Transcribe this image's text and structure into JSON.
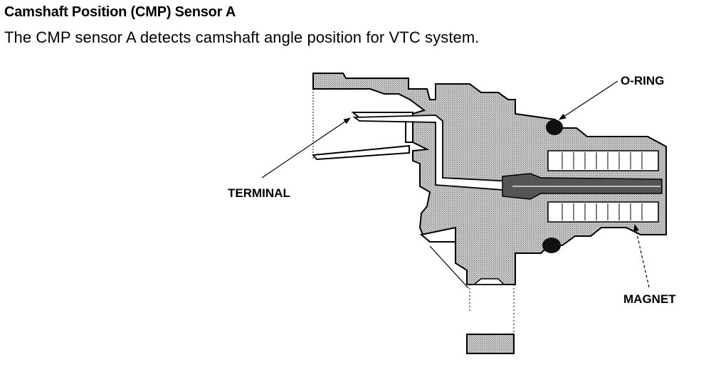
{
  "header": {
    "title": "Camshaft Position (CMP) Sensor A",
    "description": "The CMP sensor A detects camshaft angle position for VTC system."
  },
  "diagram": {
    "callouts": {
      "terminal": "TERMINAL",
      "o_ring": "O-RING",
      "magnet": "MAGNET"
    }
  },
  "colors": {
    "ink": "#000000",
    "fill_gray": "#b9b9b9",
    "background": "#ffffff"
  }
}
